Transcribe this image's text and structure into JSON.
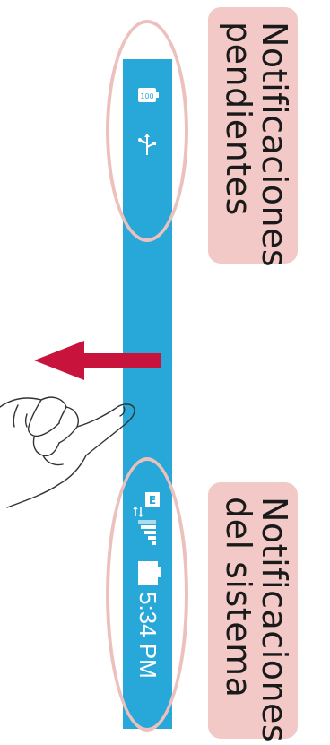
{
  "callouts": {
    "pending": {
      "line1": "Notificaciones",
      "line2": "pendientes"
    },
    "system": {
      "line1": "Notificaciones",
      "line2": "del sistema"
    }
  },
  "status_bar": {
    "time": "5:34 PM",
    "battery_icon": "battery-icon",
    "signal_icon": "signal-bars-icon",
    "network_badge": "E",
    "notification_icons": [
      "battery-100-icon",
      "usb-icon"
    ],
    "battery_level_text": "100"
  },
  "colors": {
    "status_bar": "#27a8d8",
    "callout_bg": "#f2c9c6",
    "arrow": "#c8143c",
    "ellipse": "#ecc1bd"
  }
}
